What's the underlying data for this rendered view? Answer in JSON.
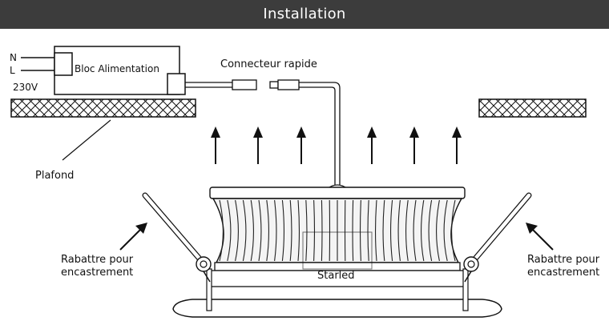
{
  "header": {
    "title": "Installation",
    "bg_color": "#3c3c3c"
  },
  "labels": {
    "neutral": "N",
    "line": "L",
    "voltage": "230V",
    "power_supply": "Bloc Alimentation",
    "connector": "Connecteur rapide",
    "ceiling": "Plafond",
    "brand": "Starled",
    "fold_left_line1": "Rabattre pour",
    "fold_left_line2": "encastrement",
    "fold_right_line1": "Rabattre pour",
    "fold_right_line2": "encastrement"
  }
}
